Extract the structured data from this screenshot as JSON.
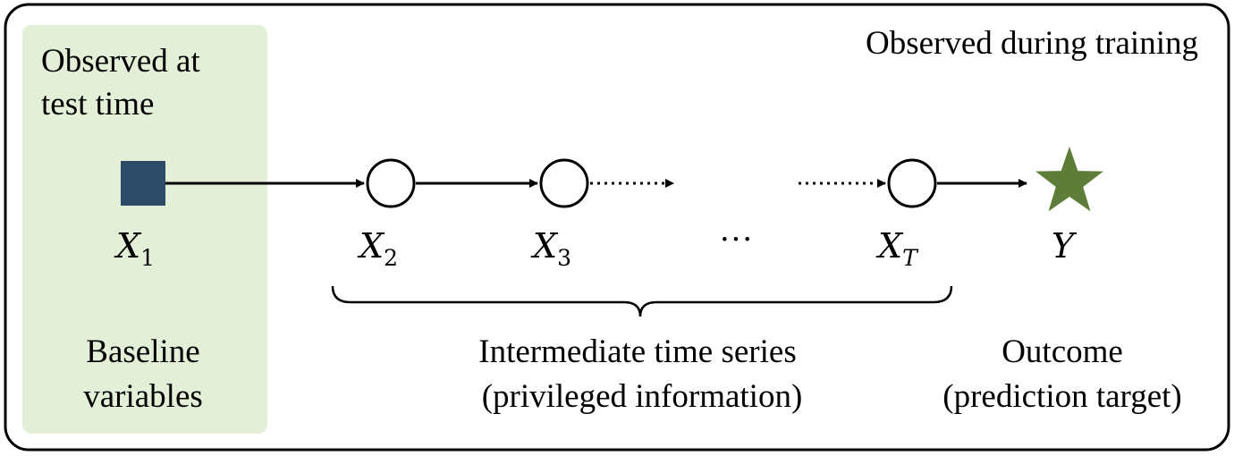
{
  "panel": {
    "title": "Observed during training"
  },
  "test_region": {
    "title_line1": "Observed at",
    "title_line2": "test time",
    "fill": "#e3efd6",
    "caption_line1": "Baseline",
    "caption_line2": "variables"
  },
  "nodes": {
    "x1": {
      "base": "X",
      "sub": "1",
      "color": "#2d4a66",
      "shape": "square"
    },
    "x2": {
      "base": "X",
      "sub": "2",
      "shape": "circle"
    },
    "x3": {
      "base": "X",
      "sub": "3",
      "shape": "circle"
    },
    "ellipsis": "···",
    "xt": {
      "base": "X",
      "sub": "T",
      "shape": "circle"
    },
    "y": {
      "base": "Y",
      "color": "#5e7d39",
      "shape": "star"
    }
  },
  "groups": {
    "intermediate_line1": "Intermediate time series",
    "intermediate_line2": "(privileged information)",
    "outcome_line1": "Outcome",
    "outcome_line2": "(prediction target)"
  }
}
